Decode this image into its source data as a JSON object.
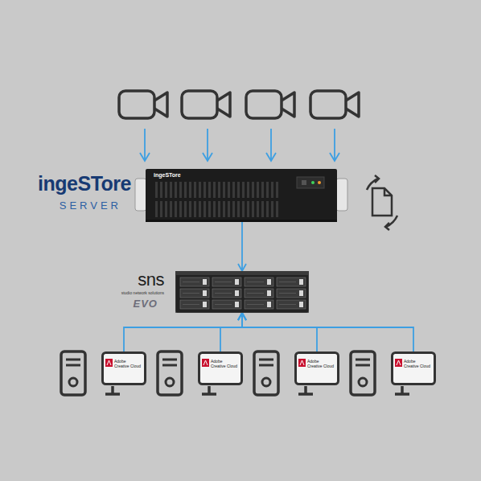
{
  "diagram": {
    "nodes": [
      {
        "text": [
          "ingeSTore",
          "SERVER",
          "ingeSTore"
        ]
      },
      {
        "text": [
          "sns",
          "studio network solutions",
          "EVO"
        ]
      },
      {
        "text": [
          "Adobe Creative Cloud"
        ]
      },
      {
        "text": [
          "Adobe Creative Cloud"
        ]
      },
      {
        "text": [
          "Adobe Creative Cloud"
        ]
      },
      {
        "text": [
          "Adobe Creative Cloud"
        ]
      }
    ],
    "edges": [
      {
        "from": 0,
        "to": 1,
        "arrow": "to"
      },
      {
        "from": 2,
        "to": 1,
        "arrow": "to"
      },
      {
        "from": 3,
        "to": 1,
        "arrow": "to"
      },
      {
        "from": 4,
        "to": 1,
        "arrow": "to"
      },
      {
        "from": 5,
        "to": 1,
        "arrow": "to"
      }
    ]
  }
}
